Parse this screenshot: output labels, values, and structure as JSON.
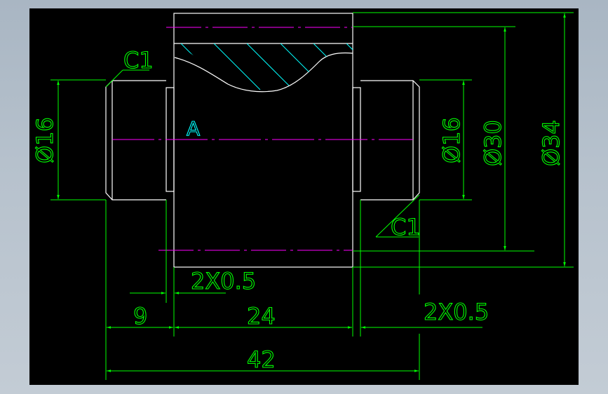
{
  "drawing": {
    "background": "#000000",
    "colors": {
      "outline": "#ffffff",
      "dimension": "#00ff00",
      "centerline": "#ff00ff",
      "hatch": "#00ffff"
    },
    "labels": {
      "view_label": "A",
      "chamfer_left": "C1",
      "chamfer_right": "C1",
      "undercut_left": "2X0.5",
      "undercut_right": "2X0.5",
      "dia_left_journal": "Ø16",
      "dia_right_journal": "Ø16",
      "dia_root": "Ø30",
      "dia_outer": "Ø34",
      "len_journal": "9",
      "len_body": "24",
      "len_total": "42"
    }
  }
}
